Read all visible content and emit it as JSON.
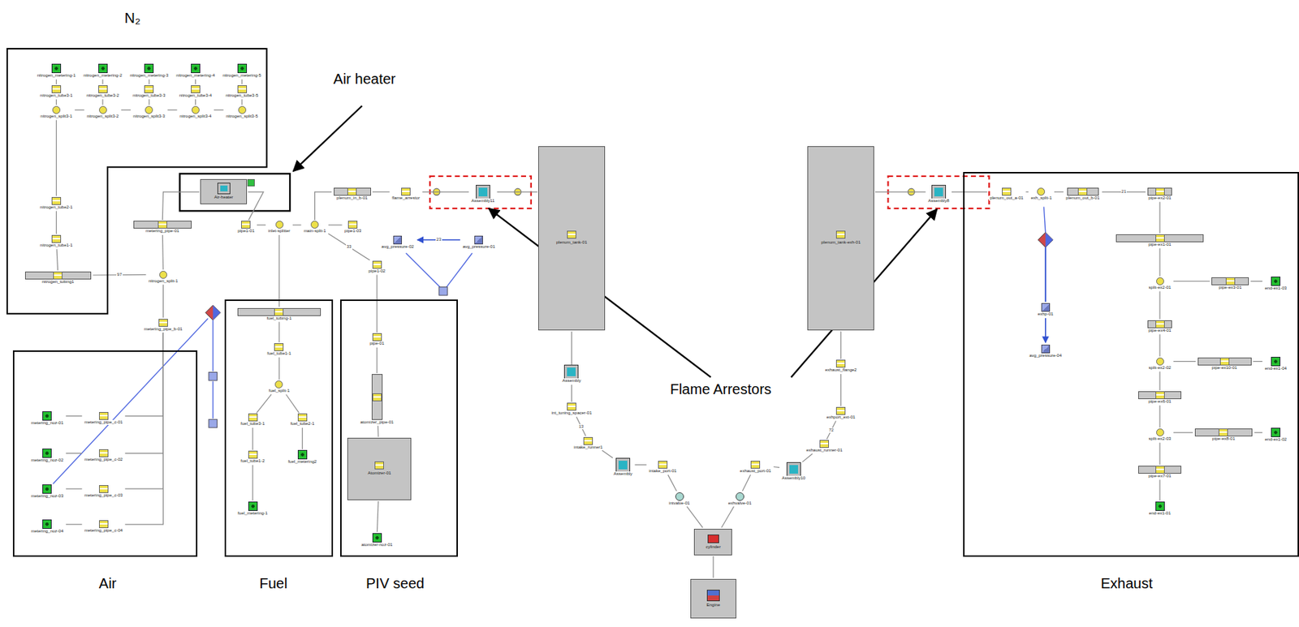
{
  "diagram": {
    "nodes": [
      {
        "text": [
          "N₂"
        ]
      },
      {
        "text": [
          "nitrogen_metering-1"
        ],
        "in": 0
      },
      {
        "text": [
          "nitrogen_metering-2"
        ],
        "in": 0
      },
      {
        "text": [
          "nitrogen_metering-3"
        ],
        "in": 0
      },
      {
        "text": [
          "nitrogen_metering-4"
        ],
        "in": 0
      },
      {
        "text": [
          "nitrogen_metering-5"
        ],
        "in": 0
      },
      {
        "text": [
          "nitrogen_tube3-1"
        ],
        "in": 0
      },
      {
        "text": [
          "nitrogen_tube3-2"
        ],
        "in": 0
      },
      {
        "text": [
          "nitrogen_tube3-3"
        ],
        "in": 0
      },
      {
        "text": [
          "nitrogen_tube3-4"
        ],
        "in": 0
      },
      {
        "text": [
          "nitrogen_tube3-5"
        ],
        "in": 0
      },
      {
        "text": [
          "nitrogen_split3-1"
        ],
        "in": 0
      },
      {
        "text": [
          "nitrogen_split3-2"
        ],
        "in": 0
      },
      {
        "text": [
          "nitrogen_split3-3"
        ],
        "in": 0
      },
      {
        "text": [
          "nitrogen_split3-4"
        ],
        "in": 0
      },
      {
        "text": [
          "nitrogen_split3-5"
        ],
        "in": 0
      },
      {
        "text": [
          "nitrogen_tube2-1"
        ],
        "in": 0
      },
      {
        "text": [
          "nitrogen_tube1-1"
        ],
        "in": 0
      },
      {
        "text": [
          "nitrogen_tubing1"
        ],
        "in": 0
      },
      {
        "text": [
          "Air-heater"
        ]
      },
      {
        "text": [
          "metering_pipe-01"
        ]
      },
      {
        "text": [
          "nitrogen_split-1"
        ]
      },
      {
        "text": [
          "metering_pipe_b-01"
        ]
      },
      {
        "text": [
          "pipe1-01"
        ]
      },
      {
        "text": [
          "inlet-splitter"
        ]
      },
      {
        "text": [
          "main-split-1"
        ]
      },
      {
        "text": [
          "pipe1-03"
        ]
      },
      {
        "text": [
          "plenum_in_b-01"
        ]
      },
      {
        "text": [
          "flame_arrestor"
        ]
      },
      {
        "text": [
          "Assembly11"
        ]
      },
      {
        "text": [
          "avg_pressure-02"
        ]
      },
      {
        "text": [
          "avg_pressure-01"
        ]
      },
      {
        "text": [
          "pipe1-02"
        ]
      },
      {
        "text": [
          "plenum_tank-01"
        ]
      },
      {
        "text": [
          "plenum_tank-exh-01"
        ]
      },
      {
        "text": [
          "Assembly8"
        ]
      },
      {
        "text": [
          "Air"
        ]
      },
      {
        "text": [
          "metering_noz-01"
        ],
        "in": 36
      },
      {
        "text": [
          "metering_noz-02"
        ],
        "in": 36
      },
      {
        "text": [
          "metering_noz-03"
        ],
        "in": 36
      },
      {
        "text": [
          "metering_noz-04"
        ],
        "in": 36
      },
      {
        "text": [
          "metering_pipe_c-01"
        ],
        "in": 36
      },
      {
        "text": [
          "metering_pipe_c-02"
        ],
        "in": 36
      },
      {
        "text": [
          "metering_pipe_c-03"
        ],
        "in": 36
      },
      {
        "text": [
          "metering_pipe_c-04"
        ],
        "in": 36
      },
      {
        "text": [
          "Fuel"
        ]
      },
      {
        "text": [
          "fuel_tubing-1"
        ],
        "in": 45
      },
      {
        "text": [
          "fuel_tube1-1"
        ],
        "in": 45
      },
      {
        "text": [
          "fuel_split-1"
        ],
        "in": 45
      },
      {
        "text": [
          "fuel_tube3-1"
        ],
        "in": 45
      },
      {
        "text": [
          "fuel_tube2-1"
        ],
        "in": 45
      },
      {
        "text": [
          "fuel_tube1-2"
        ],
        "in": 45
      },
      {
        "text": [
          "fuel_metering2"
        ],
        "in": 45
      },
      {
        "text": [
          "fuel_metering-1"
        ],
        "in": 45
      },
      {
        "text": [
          "PIV seed"
        ]
      },
      {
        "text": [
          "pipe-01"
        ],
        "in": 54
      },
      {
        "text": [
          "atomizer_pipe-01"
        ],
        "in": 54
      },
      {
        "text": [
          "Atomizer-01"
        ],
        "in": 54
      },
      {
        "text": [
          "atomizer-noz-01"
        ],
        "in": 54
      },
      {
        "text": [
          "Assembly"
        ]
      },
      {
        "text": [
          "int_tuning_spacer-01"
        ]
      },
      {
        "text": [
          "intake_runner1"
        ]
      },
      {
        "text": [
          "Assembly"
        ]
      },
      {
        "text": [
          "intake_port-01"
        ]
      },
      {
        "text": [
          "intvalve-01"
        ]
      },
      {
        "text": [
          "cylinder"
        ]
      },
      {
        "text": [
          "Engine"
        ]
      },
      {
        "text": [
          "exhvalve-01"
        ]
      },
      {
        "text": [
          "exhaust_port-01"
        ]
      },
      {
        "text": [
          "Assembly10"
        ]
      },
      {
        "text": [
          "exhaust_runner-01"
        ]
      },
      {
        "text": [
          "exhport_ext-01"
        ]
      },
      {
        "text": [
          "exhaust_flange2"
        ]
      },
      {
        "text": [
          "Exhaust"
        ]
      },
      {
        "text": [
          "plenum_out_a-01"
        ],
        "in": 73
      },
      {
        "text": [
          "exh_split-1"
        ],
        "in": 73
      },
      {
        "text": [
          "plenum_out_b-01"
        ],
        "in": 73
      },
      {
        "text": [
          "pipe-ex2-01"
        ],
        "in": 73
      },
      {
        "text": [
          "exhp-01"
        ],
        "in": 73
      },
      {
        "text": [
          "avg_pressure-04"
        ],
        "in": 73
      },
      {
        "text": [
          "pipe-ex1-01"
        ],
        "in": 73
      },
      {
        "text": [
          "split-ex2-01"
        ],
        "in": 73
      },
      {
        "text": [
          "pipe-ex3-01"
        ],
        "in": 73
      },
      {
        "text": [
          "end-ex1-03"
        ],
        "in": 73
      },
      {
        "text": [
          "pipe-ex4-01"
        ],
        "in": 73
      },
      {
        "text": [
          "split-ex2-02"
        ],
        "in": 73
      },
      {
        "text": [
          "pipe-ex10-01"
        ],
        "in": 73
      },
      {
        "text": [
          "end-ex1-04"
        ],
        "in": 73
      },
      {
        "text": [
          "pipe-ex6-01"
        ],
        "in": 73
      },
      {
        "text": [
          "split-ex2-03"
        ],
        "in": 73
      },
      {
        "text": [
          "pipe-ex8-01"
        ],
        "in": 73
      },
      {
        "text": [
          "end-ex1-02"
        ],
        "in": 73
      },
      {
        "text": [
          "pipe-ex7-01"
        ],
        "in": 73
      },
      {
        "text": [
          "end-ex1-01"
        ],
        "in": 73
      }
    ],
    "edges": [
      {
        "from": 1,
        "to": 6,
        "arrow": "none"
      },
      {
        "from": 6,
        "to": 11,
        "arrow": "none"
      },
      {
        "from": 2,
        "to": 7,
        "arrow": "none"
      },
      {
        "from": 7,
        "to": 12,
        "arrow": "none"
      },
      {
        "from": 3,
        "to": 8,
        "arrow": "none"
      },
      {
        "from": 8,
        "to": 13,
        "arrow": "none"
      },
      {
        "from": 4,
        "to": 9,
        "arrow": "none"
      },
      {
        "from": 9,
        "to": 14,
        "arrow": "none"
      },
      {
        "from": 5,
        "to": 10,
        "arrow": "none"
      },
      {
        "from": 10,
        "to": 15,
        "arrow": "none"
      },
      {
        "from": 15,
        "to": 14,
        "arrow": "none"
      },
      {
        "from": 14,
        "to": 13,
        "arrow": "none"
      },
      {
        "from": 13,
        "to": 12,
        "arrow": "none"
      },
      {
        "from": 12,
        "to": 11,
        "arrow": "none"
      },
      {
        "from": 11,
        "to": 16,
        "arrow": "none"
      },
      {
        "from": 16,
        "to": 17,
        "arrow": "none"
      },
      {
        "from": 17,
        "to": 18,
        "arrow": "none"
      },
      {
        "from": 18,
        "to": 21,
        "label": "97",
        "arrow": "none"
      },
      {
        "from": 22,
        "to": 21,
        "arrow": "none"
      },
      {
        "from": 21,
        "to": 20,
        "arrow": "none"
      },
      {
        "from": 20,
        "to": 19,
        "arrow": "none"
      },
      {
        "from": 37,
        "to": 41,
        "arrow": "none"
      },
      {
        "from": 38,
        "to": 42,
        "arrow": "none"
      },
      {
        "from": 39,
        "to": 43,
        "arrow": "none"
      },
      {
        "from": 40,
        "to": 44,
        "arrow": "none"
      },
      {
        "from": 41,
        "to": 22,
        "arrow": "none"
      },
      {
        "from": 42,
        "to": 22,
        "arrow": "none"
      },
      {
        "from": 43,
        "to": 22,
        "arrow": "none"
      },
      {
        "from": 44,
        "to": 22,
        "arrow": "none"
      },
      {
        "from": 19,
        "to": 23,
        "arrow": "none"
      },
      {
        "from": 23,
        "to": 24,
        "arrow": "none"
      },
      {
        "from": 24,
        "to": 25,
        "arrow": "none"
      },
      {
        "from": 25,
        "to": 26,
        "arrow": "none"
      },
      {
        "from": 25,
        "to": 27,
        "arrow": "none"
      },
      {
        "from": 32,
        "to": 25,
        "label": "33",
        "arrow": "none"
      },
      {
        "from": 27,
        "to": 28,
        "arrow": "none"
      },
      {
        "from": 28,
        "to": 29,
        "arrow": "none"
      },
      {
        "from": 29,
        "to": 33,
        "arrow": "none"
      },
      {
        "from": 31,
        "to": 30,
        "label": "23",
        "arrow": "to"
      },
      {
        "from": 53,
        "to": 51,
        "arrow": "none"
      },
      {
        "from": 51,
        "to": 49,
        "arrow": "none"
      },
      {
        "from": 49,
        "to": 48,
        "arrow": "none"
      },
      {
        "from": 52,
        "to": 50,
        "arrow": "none"
      },
      {
        "from": 50,
        "to": 48,
        "arrow": "none"
      },
      {
        "from": 48,
        "to": 47,
        "arrow": "none"
      },
      {
        "from": 47,
        "to": 46,
        "arrow": "none"
      },
      {
        "from": 46,
        "to": 24,
        "arrow": "none"
      },
      {
        "from": 58,
        "to": 57,
        "arrow": "none"
      },
      {
        "from": 57,
        "to": 56,
        "arrow": "none"
      },
      {
        "from": 56,
        "to": 55,
        "arrow": "none"
      },
      {
        "from": 55,
        "to": 32,
        "arrow": "none"
      },
      {
        "from": 33,
        "to": 59,
        "arrow": "none"
      },
      {
        "from": 59,
        "to": 60,
        "arrow": "none"
      },
      {
        "from": 60,
        "to": 61,
        "label": "13",
        "arrow": "none"
      },
      {
        "from": 61,
        "to": 62,
        "arrow": "none"
      },
      {
        "from": 62,
        "to": 63,
        "arrow": "none"
      },
      {
        "from": 63,
        "to": 64,
        "arrow": "none"
      },
      {
        "from": 64,
        "to": 65,
        "arrow": "none"
      },
      {
        "from": 65,
        "to": 66,
        "arrow": "none"
      },
      {
        "from": 65,
        "to": 67,
        "arrow": "none"
      },
      {
        "from": 67,
        "to": 68,
        "arrow": "none"
      },
      {
        "from": 68,
        "to": 69,
        "arrow": "none"
      },
      {
        "from": 69,
        "to": 70,
        "arrow": "none"
      },
      {
        "from": 70,
        "to": 71,
        "label": "72",
        "arrow": "none"
      },
      {
        "from": 71,
        "to": 72,
        "arrow": "none"
      },
      {
        "from": 72,
        "to": 34,
        "arrow": "none"
      },
      {
        "from": 34,
        "to": 35,
        "arrow": "none"
      },
      {
        "from": 35,
        "to": 74,
        "arrow": "none"
      },
      {
        "from": 74,
        "to": 75,
        "arrow": "none"
      },
      {
        "from": 75,
        "to": 76,
        "arrow": "none"
      },
      {
        "from": 76,
        "to": 77,
        "label": "21",
        "arrow": "none"
      },
      {
        "from": 77,
        "to": 80,
        "arrow": "none"
      },
      {
        "from": 80,
        "to": 81,
        "arrow": "none"
      },
      {
        "from": 81,
        "to": 82,
        "arrow": "none"
      },
      {
        "from": 82,
        "to": 83,
        "arrow": "none"
      },
      {
        "from": 81,
        "to": 84,
        "arrow": "none"
      },
      {
        "from": 84,
        "to": 85,
        "arrow": "none"
      },
      {
        "from": 85,
        "to": 86,
        "arrow": "none"
      },
      {
        "from": 86,
        "to": 87,
        "arrow": "none"
      },
      {
        "from": 85,
        "to": 88,
        "arrow": "none"
      },
      {
        "from": 88,
        "to": 89,
        "arrow": "none"
      },
      {
        "from": 89,
        "to": 90,
        "arrow": "none"
      },
      {
        "from": 90,
        "to": 91,
        "arrow": "none"
      },
      {
        "from": 89,
        "to": 92,
        "arrow": "none"
      },
      {
        "from": 92,
        "to": 93,
        "arrow": "none"
      },
      {
        "from": 78,
        "to": 79,
        "arrow": "to"
      }
    ],
    "labels": [
      "Air heater",
      "Flame Arrestors"
    ]
  }
}
